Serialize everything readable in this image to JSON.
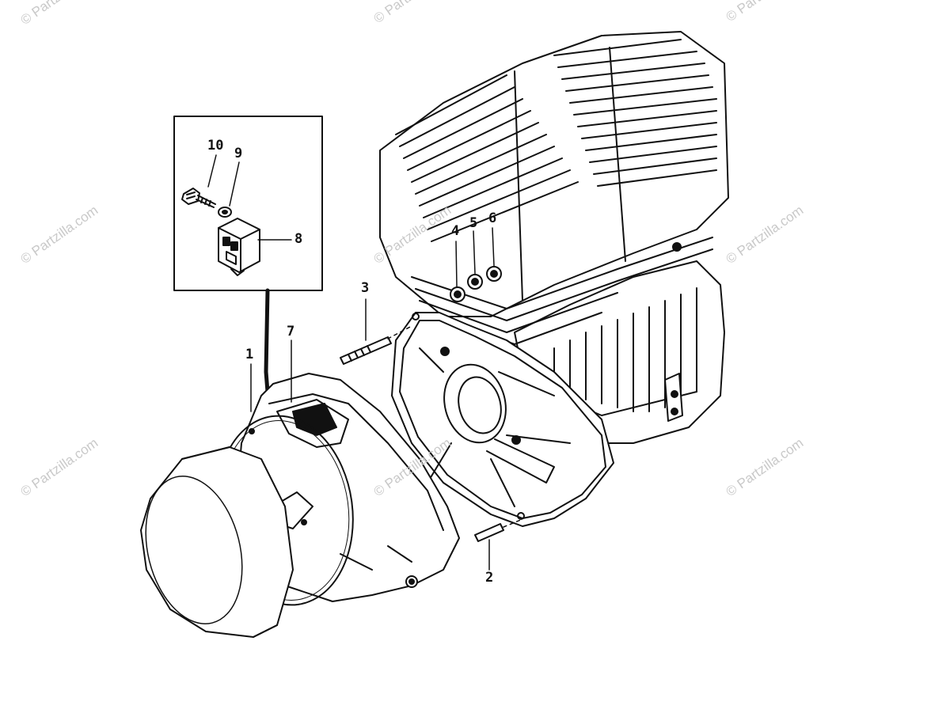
{
  "diagram": {
    "watermark_text": "© Partzilla.com",
    "callouts": [
      {
        "id": "c1",
        "label": "1"
      },
      {
        "id": "c2",
        "label": "2"
      },
      {
        "id": "c3",
        "label": "3"
      },
      {
        "id": "c4",
        "label": "4"
      },
      {
        "id": "c5",
        "label": "5"
      },
      {
        "id": "c6",
        "label": "6"
      },
      {
        "id": "c7",
        "label": "7"
      },
      {
        "id": "c8",
        "label": "8"
      },
      {
        "id": "c9",
        "label": "9"
      },
      {
        "id": "c10",
        "label": "10"
      }
    ]
  }
}
